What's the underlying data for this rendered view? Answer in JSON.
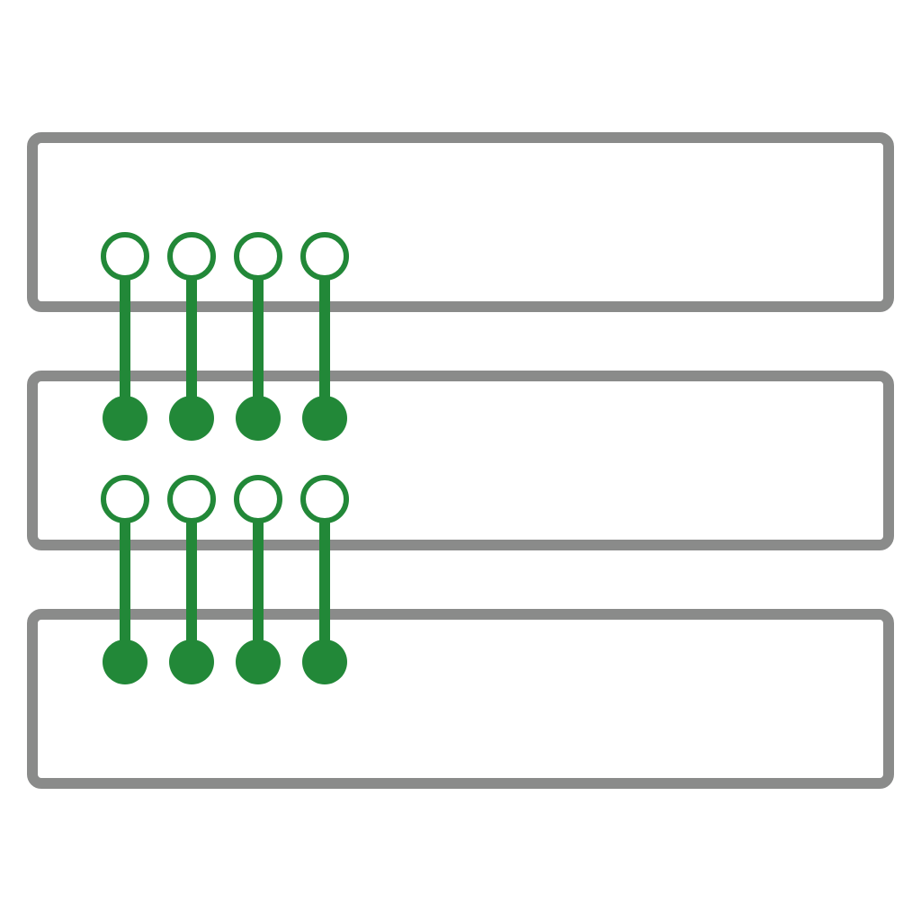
{
  "diagram": {
    "panel_count": 3,
    "link_groups": [
      {
        "between": "panel-1-panel-2",
        "connector_count": 4
      },
      {
        "between": "panel-2-panel-3",
        "connector_count": 4
      }
    ]
  },
  "colors": {
    "background": "#ffffff",
    "panel_stroke": "#8a8b8a",
    "connector": "#228838"
  },
  "icons": {
    "open_terminal": "hollow-circle-icon",
    "closed_terminal": "filled-circle-icon"
  }
}
